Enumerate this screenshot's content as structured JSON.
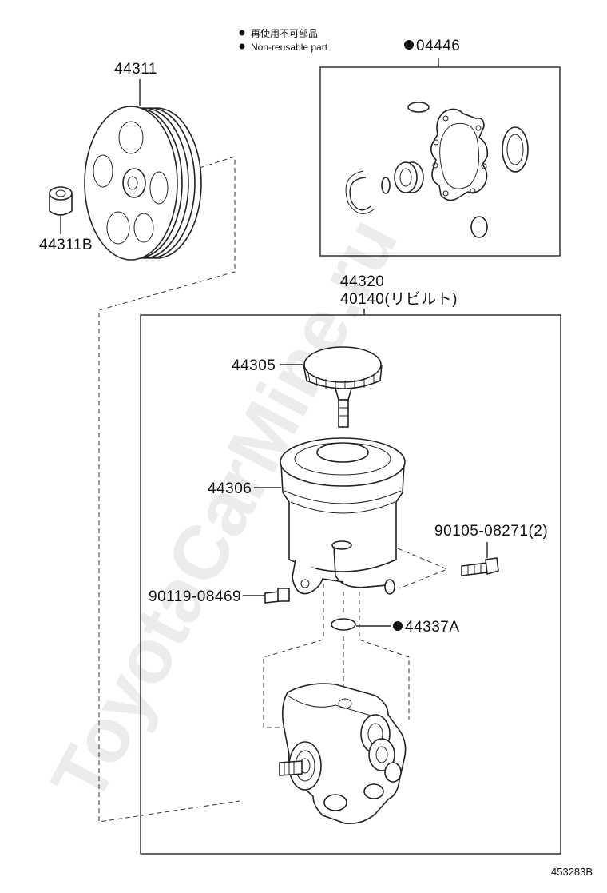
{
  "legend": {
    "line1": "再使用不可部品",
    "line2": "Non-reusable part"
  },
  "watermark": "ToyotaCarMine.ru",
  "figure_code": "453283B",
  "labels": {
    "pulley": "44311",
    "pulley_nut": "44311B",
    "gasket_kit": "04446",
    "pump_assy": "44320",
    "pump_rebuilt": "40140(リビルト)",
    "cap": "44305",
    "reservoir": "44306",
    "bolt_right": "90105-08271(2)",
    "bolt_left": "90119-08469",
    "o_ring": "44337A"
  },
  "colors": {
    "line": "#222222",
    "watermark": "#ececec"
  }
}
